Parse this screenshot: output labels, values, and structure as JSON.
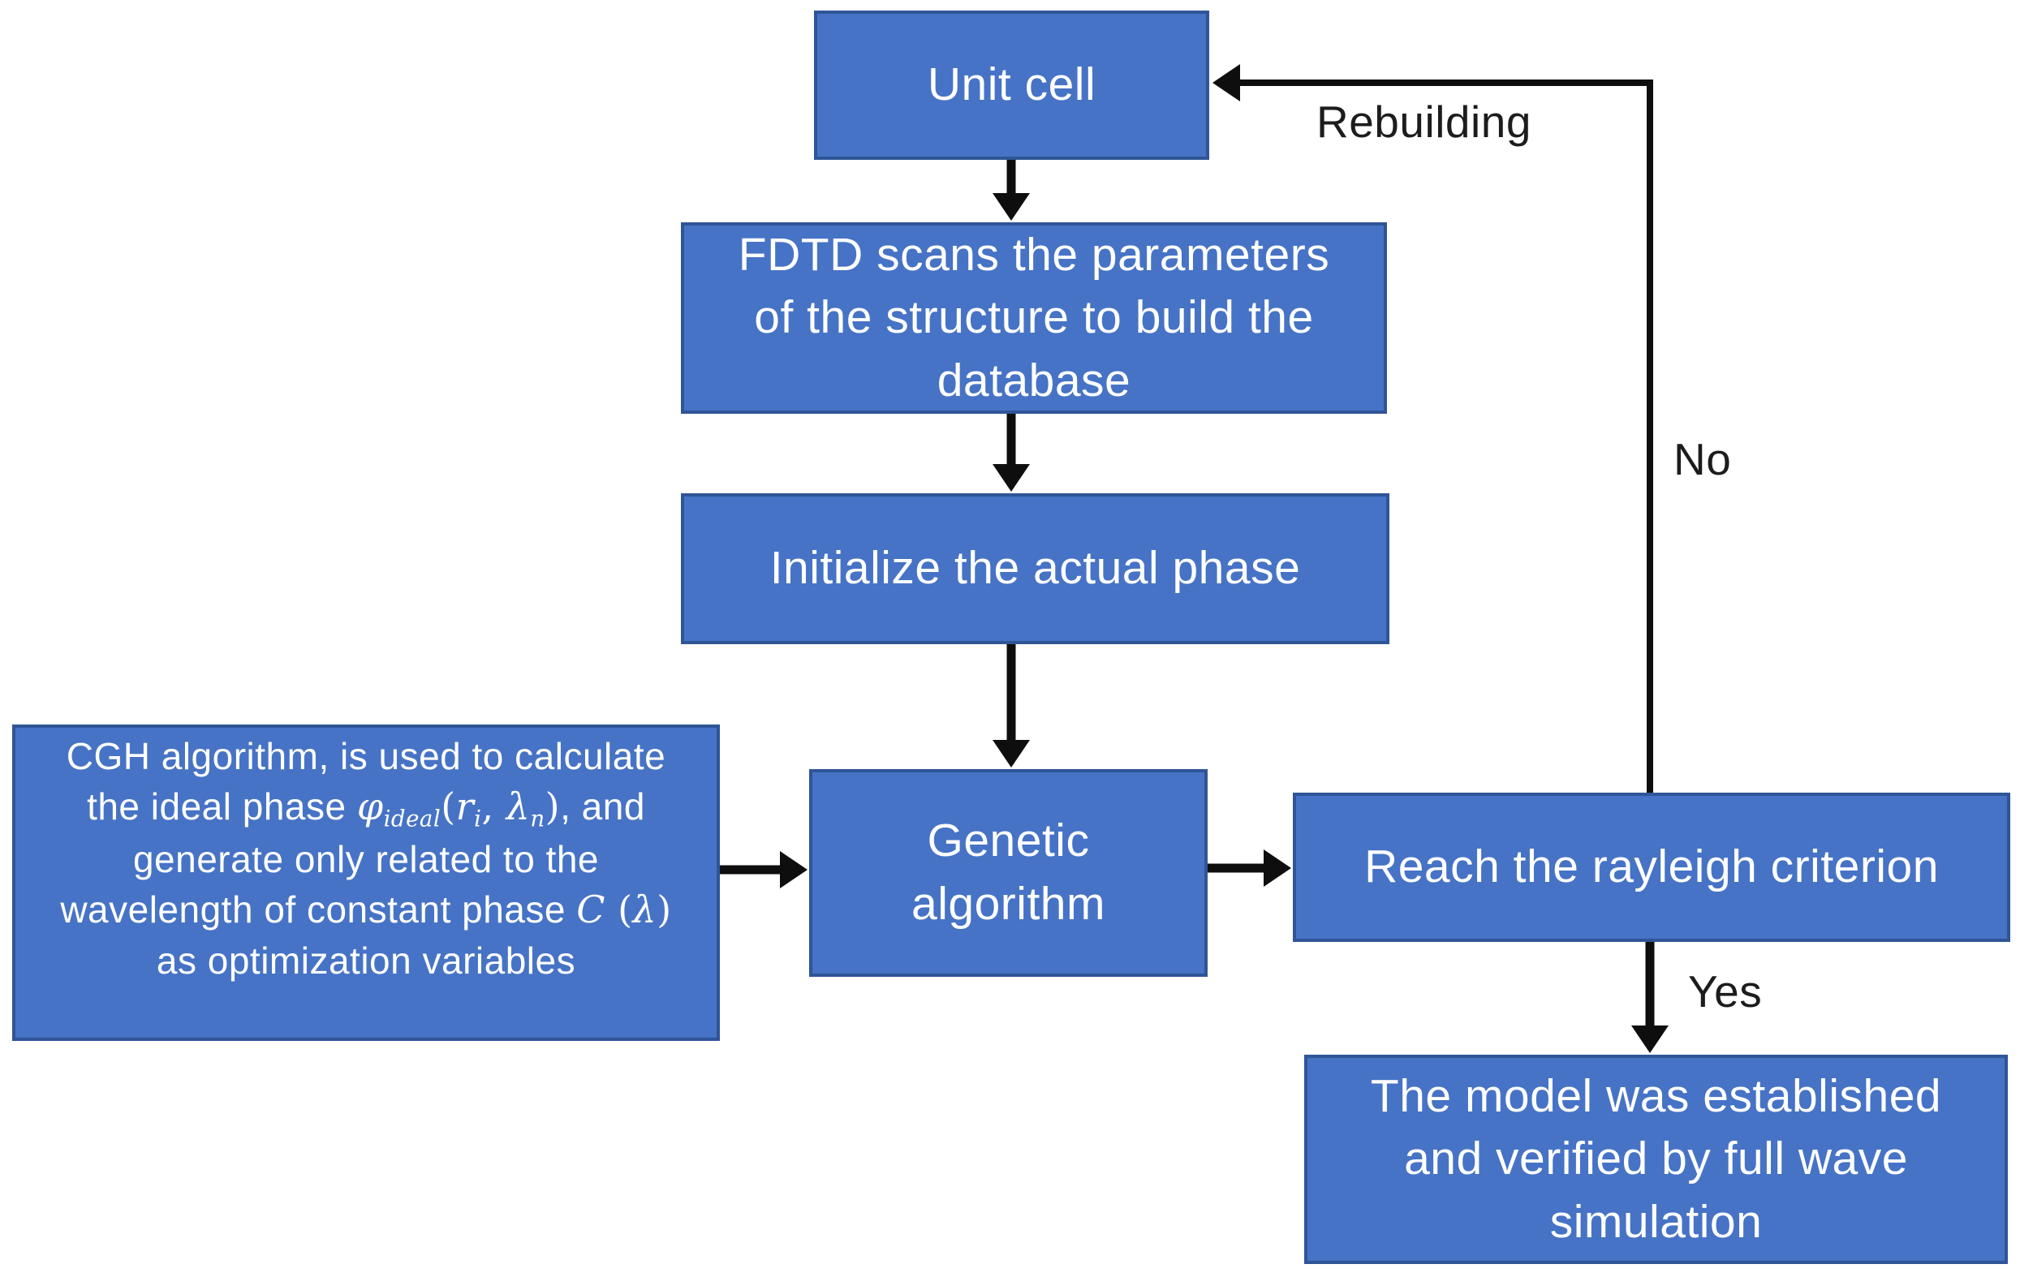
{
  "colors": {
    "box_fill": "#4673C5",
    "box_border": "#2F5597",
    "box_text": "#FFFFFF",
    "arrow": "#0E0E0E",
    "edge_label_text": "#1C1C1C",
    "background": "#FFFFFF"
  },
  "boxes": {
    "unit_cell": {
      "label": "Unit cell"
    },
    "fdtd": {
      "line1": "FDTD scans the parameters",
      "line2": "of the structure to build the",
      "line3": "database"
    },
    "initialize": {
      "label": "Initialize the actual phase"
    },
    "cgh": {
      "line1": "CGH algorithm, is used to calculate",
      "line2": {
        "pre": "the ideal phase ",
        "phi": "φ",
        "phi_sub": "ideal",
        "open": "(",
        "r": "r",
        "r_sub": "i",
        "sep": ", ",
        "lambda": "λ",
        "lambda_sub": "n",
        "close": ")",
        "post": ", and"
      },
      "line3": "generate only related to the",
      "line4": {
        "pre": "wavelength of constant phase ",
        "c": "C",
        "open": " (",
        "lambda": "λ",
        "close": ")"
      },
      "line5": "as optimization variables"
    },
    "genetic": {
      "line1": "Genetic",
      "line2": "algorithm"
    },
    "rayleigh": {
      "label": "Reach the rayleigh criterion"
    },
    "model": {
      "line1": "The model was established",
      "line2": "and verified by full wave",
      "line3": "simulation"
    }
  },
  "edge_labels": {
    "rebuilding": "Rebuilding",
    "no": "No",
    "yes": "Yes"
  }
}
